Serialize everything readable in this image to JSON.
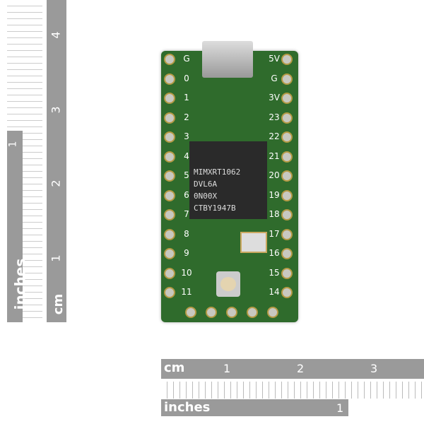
{
  "chip": {
    "lines": [
      "MIMXRT1062",
      "DVL6A",
      "0N00X",
      "CTBY1947B"
    ]
  },
  "pins_left": [
    "G",
    "0",
    "1",
    "2",
    "3",
    "4",
    "5",
    "6",
    "7",
    "8",
    "9",
    "10",
    "11"
  ],
  "pins_right": [
    "5V",
    "G",
    "3V",
    "23",
    "22",
    "21",
    "20",
    "19",
    "18",
    "17",
    "16",
    "15",
    "14"
  ],
  "ruler_left": {
    "inches_label": "inches",
    "inches_ticks": [
      "1"
    ],
    "cm_label": "cm",
    "cm_ticks": [
      "1",
      "2",
      "3",
      "4"
    ]
  },
  "ruler_bottom": {
    "cm_label": "cm",
    "cm_ticks": [
      "1",
      "2",
      "3"
    ],
    "inches_label": "inches",
    "inches_ticks": [
      "1"
    ]
  },
  "colors": {
    "board": "#2f6b2c",
    "ruler": "#9a9a9a"
  }
}
